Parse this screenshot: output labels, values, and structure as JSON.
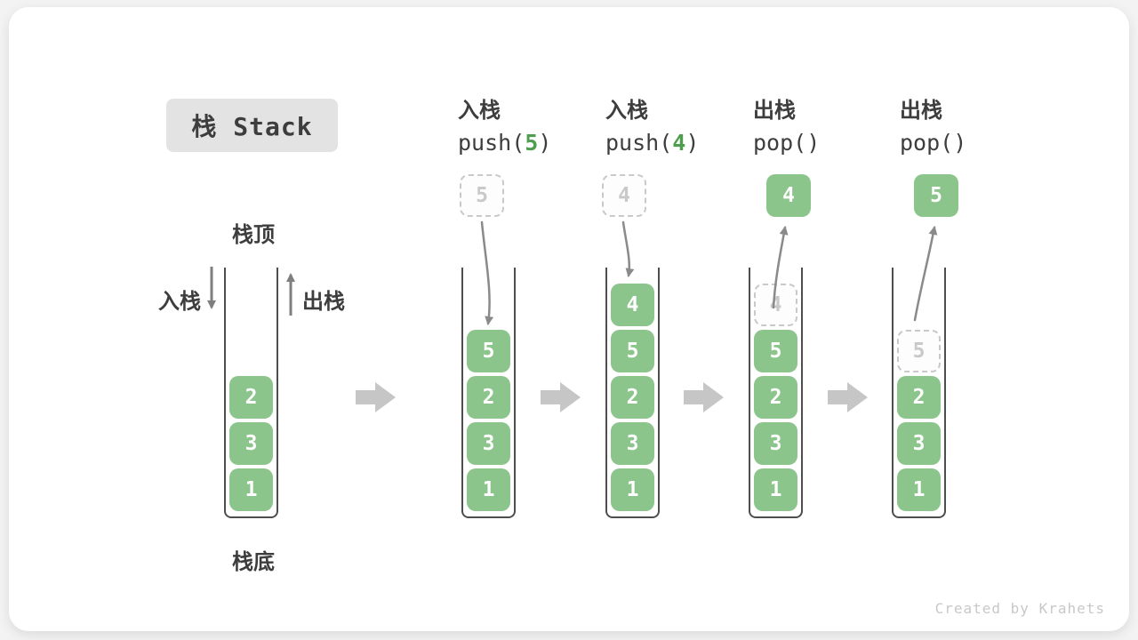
{
  "title": "栈 Stack",
  "watermark": "Created by Krahets",
  "colors": {
    "cell_green": "#8cc58c",
    "arg_green": "#4f9e4f",
    "ink": "#3d3d3d",
    "container_border": "#4e4e4e",
    "thin_arrow": "#7f7f7f",
    "curve_arrow": "#8a8a8a",
    "block_arrow": "#c6c6c6",
    "ghost": "#c9c9c9",
    "badge_bg": "#e3e3e3"
  },
  "legend": {
    "stack_top": "栈顶",
    "stack_bottom": "栈底",
    "push_label": "入栈",
    "pop_label": "出栈"
  },
  "columns": [
    {
      "name": "initial",
      "cells": [
        {
          "v": "2"
        },
        {
          "v": "3"
        },
        {
          "v": "1"
        }
      ]
    },
    {
      "name": "push-5",
      "op": "入栈",
      "code_pre": "push(",
      "arg": "5",
      "code_post": ")",
      "floating": {
        "v": "5",
        "style": "dashed"
      },
      "cells": [
        {
          "v": "5"
        },
        {
          "v": "2"
        },
        {
          "v": "3"
        },
        {
          "v": "1"
        }
      ]
    },
    {
      "name": "push-4",
      "op": "入栈",
      "code_pre": "push(",
      "arg": "4",
      "code_post": ")",
      "floating": {
        "v": "4",
        "style": "dashed"
      },
      "cells": [
        {
          "v": "4"
        },
        {
          "v": "5"
        },
        {
          "v": "2"
        },
        {
          "v": "3"
        },
        {
          "v": "1"
        }
      ]
    },
    {
      "name": "pop-4",
      "op": "出栈",
      "code": "pop()",
      "floating": {
        "v": "4",
        "style": "solid"
      },
      "cells": [
        {
          "v": "4",
          "ghost": true
        },
        {
          "v": "5"
        },
        {
          "v": "2"
        },
        {
          "v": "3"
        },
        {
          "v": "1"
        }
      ]
    },
    {
      "name": "pop-5",
      "op": "出栈",
      "code": "pop()",
      "floating": {
        "v": "5",
        "style": "solid"
      },
      "cells": [
        {
          "v": "5",
          "ghost": true
        },
        {
          "v": "2"
        },
        {
          "v": "3"
        },
        {
          "v": "1"
        }
      ]
    }
  ]
}
